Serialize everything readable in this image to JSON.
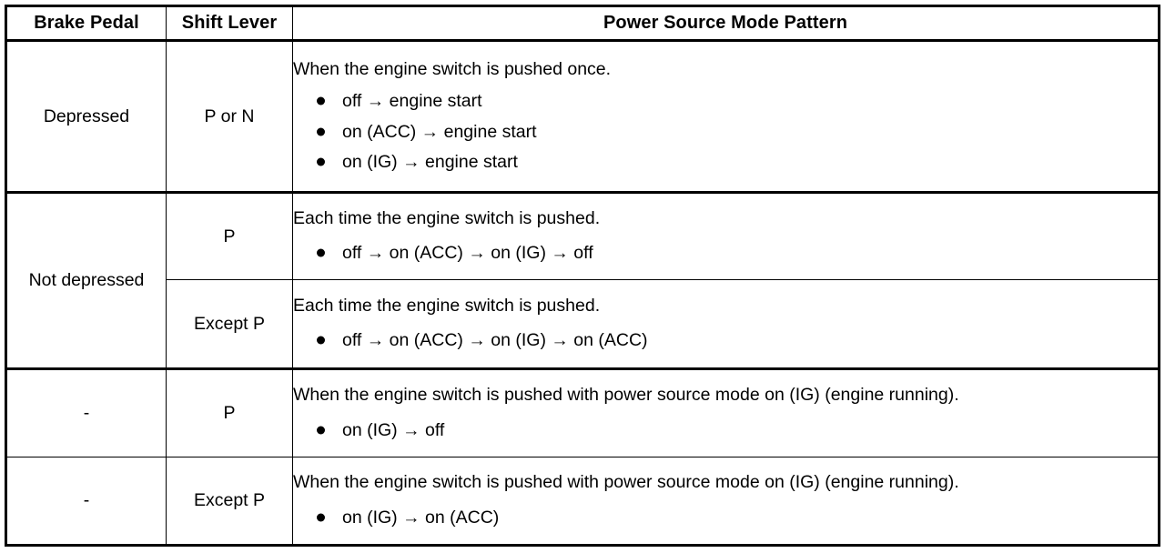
{
  "table": {
    "headers": {
      "brake_pedal": "Brake Pedal",
      "shift_lever": "Shift Lever",
      "power_source": "Power Source Mode Pattern"
    },
    "rows": [
      {
        "brake_pedal": "Depressed",
        "shift_lever": "P or N",
        "lead": "When the engine switch is pushed once.",
        "bullets": [
          "off → engine start",
          "on (ACC) → engine start",
          "on (IG) → engine start"
        ]
      },
      {
        "brake_pedal": "Not depressed",
        "shift_lever": "P",
        "lead": "Each time the engine switch is pushed.",
        "bullets": [
          "off → on (ACC) → on (IG) → off"
        ]
      },
      {
        "brake_pedal": "",
        "shift_lever": "Except P",
        "lead": "Each time the engine switch is pushed.",
        "bullets": [
          "off → on (ACC) → on (IG) → on (ACC)"
        ]
      },
      {
        "brake_pedal": "-",
        "shift_lever": "P",
        "lead": "When the engine switch is pushed with power source mode on (IG) (engine running).",
        "bullets": [
          "on (IG) → off"
        ]
      },
      {
        "brake_pedal": "-",
        "shift_lever": "Except P",
        "lead": "When the engine switch is pushed with power source mode on (IG) (engine running).",
        "bullets": [
          "on (IG) → on (ACC)"
        ]
      }
    ]
  },
  "colors": {
    "border": "#000000",
    "background": "#ffffff",
    "text": "#000000"
  }
}
